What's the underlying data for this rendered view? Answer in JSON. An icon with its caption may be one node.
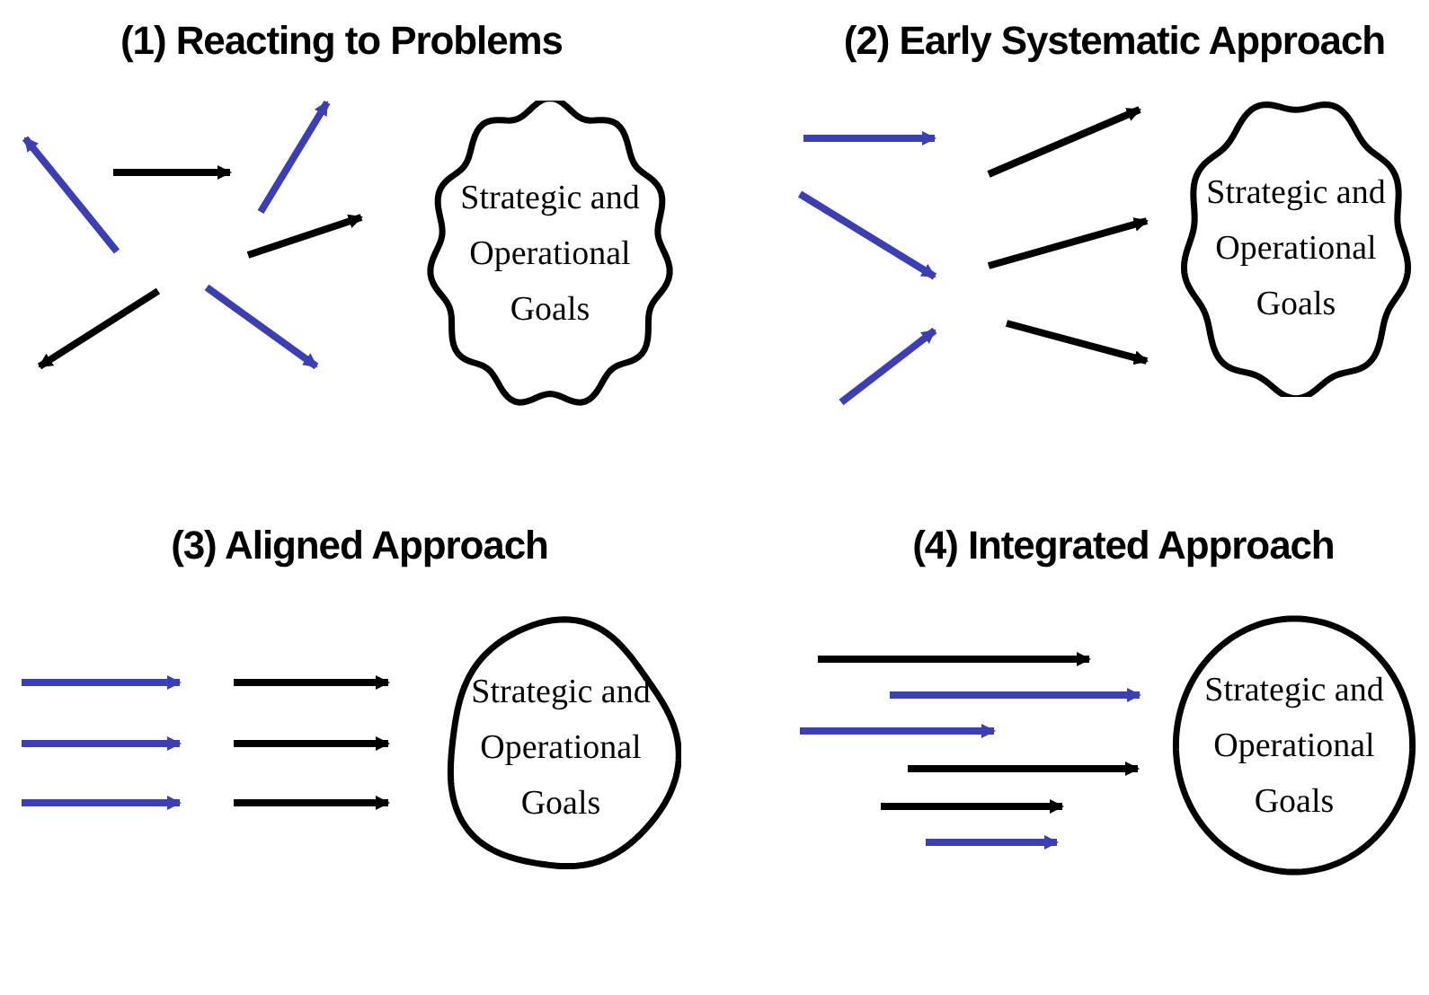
{
  "diagram": {
    "nodes": [
      {
        "text": [
          "Strategic and Operational Goals"
        ]
      },
      {
        "text": [
          "Strategic and Operational Goals"
        ]
      },
      {
        "text": [
          "Strategic and Operational Goals"
        ]
      },
      {
        "text": [
          "Strategic and Operational Goals"
        ]
      }
    ],
    "labels": [
      "(1) Reacting to Problems",
      "(2) Early Systematic Approach",
      "(3) Aligned Approach",
      "(4) Integrated Approach"
    ]
  }
}
